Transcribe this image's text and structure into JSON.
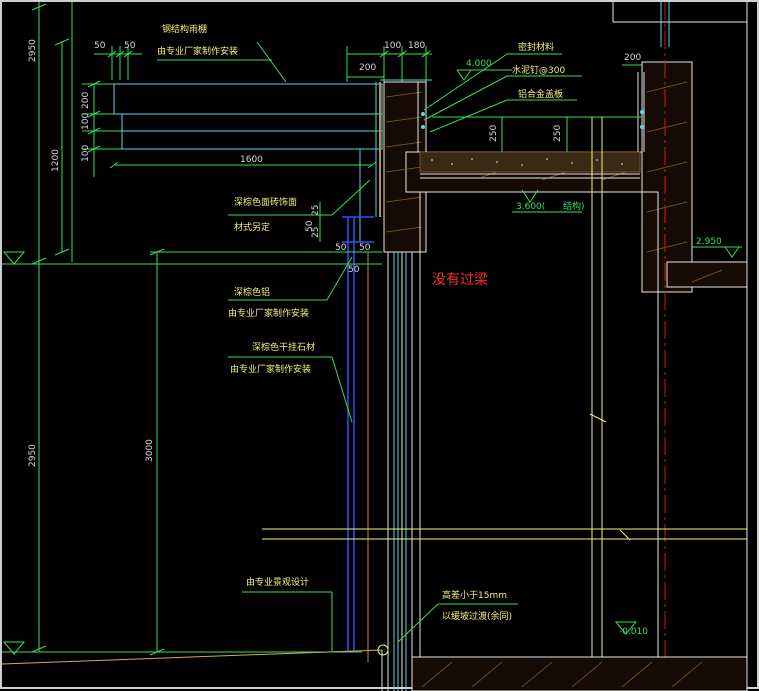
{
  "colors": {
    "background": "#000000",
    "dimension": "#34e05a",
    "wall_white": "#e6e6e6",
    "glass_cyan": "#5ad6e6",
    "stone_blue": "#2d52ff",
    "axis_red": "#d11a1a",
    "hatch_brown": "#8a5a2a",
    "leader_yellow": "#f1f180",
    "annotation_red": "#ff2a2a"
  },
  "dimensions": {
    "left_upper": "2950",
    "left_mid": "1200",
    "left_lower": "2950",
    "inner_height": "3000",
    "canopy_100_a": "100",
    "canopy_100_b": "100",
    "canopy_200": "200",
    "width_50_a": "50",
    "width_50_b": "50",
    "canopy_length": "1600",
    "parapet_200": "200",
    "wall_100": "100",
    "wall_180": "180",
    "right_200": "200",
    "slab_250_a": "250",
    "slab_250_b": "250",
    "small_25_a": "25",
    "small_25_b": "25",
    "small_50_a": "50",
    "small_50_b": "50",
    "small_50_c": "50",
    "small_50_d": "50"
  },
  "elevations": {
    "top": "4.000",
    "structure": "3.600(",
    "structure_suffix": "结构)",
    "right": "2.950",
    "bottom": "-0.010"
  },
  "labels": {
    "steel_canopy": "钢结构雨棚",
    "factory_install_1": "由专业厂家制作安装",
    "sealing_material": "密封材料",
    "cement_nail": "水泥钉@300",
    "aluminum_cap": "铝合金盖板",
    "dark_tile": "深棕色面砖饰面",
    "material_style": "材式另定",
    "dark_aluminum": "深棕色铝",
    "factory_install_2": "由专业厂家制作安装",
    "dark_stone": "深棕色干挂石材",
    "factory_install_3": "由专业厂家制作安装",
    "landscape": "由专业景观设计",
    "height_diff": "高差小于15mm",
    "slope_note": "以缓坡过渡(余同)"
  },
  "annotation": {
    "no_lintel": "没有过梁"
  }
}
